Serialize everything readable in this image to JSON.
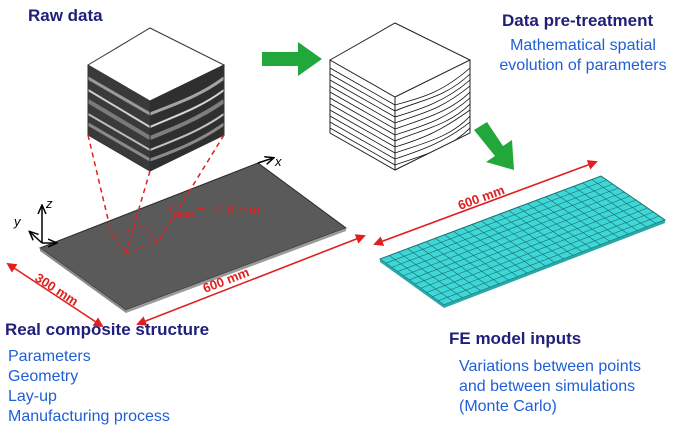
{
  "raw_data": {
    "title": "Raw data"
  },
  "pretreatment": {
    "title": "Data pre-treatment",
    "lines": [
      "Mathematical spatial",
      "evolution of parameters"
    ]
  },
  "real_structure": {
    "title": "Real composite structure",
    "items": [
      "Parameters",
      "Geometry",
      "Lay-up",
      "Manufacturing process"
    ]
  },
  "fe_model": {
    "title": "FE model inputs",
    "lines": [
      "Variations between points",
      "and between simulations",
      "(Monte Carlo)"
    ]
  },
  "dimensions": {
    "plate_width": "300 mm",
    "plate_length": "600 mm",
    "mesh_length": "600 mm",
    "thickness_symbol": "T",
    "thickness_subscript": "plate",
    "thickness_value": "= ~4,8 mm"
  },
  "axes": {
    "x": "x",
    "y": "y",
    "z": "z"
  },
  "colors": {
    "heading": "#1f1f7a",
    "body_text": "#1f5fd6",
    "dimension": "#e02020",
    "arrow": "#22a83a",
    "plate": "#5a5a5a",
    "mesh": "#3fd6d6"
  }
}
